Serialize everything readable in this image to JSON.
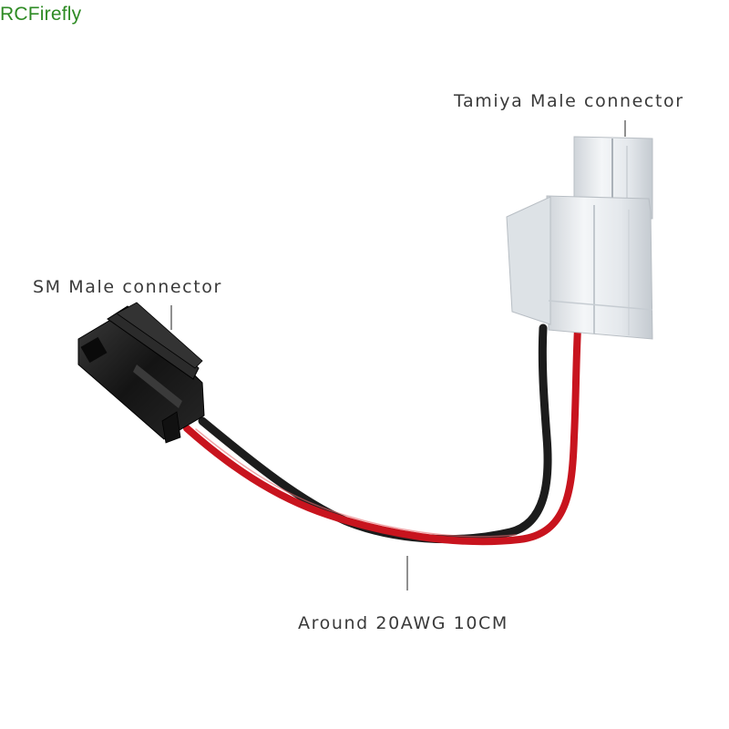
{
  "brand": {
    "name": "RCFirefly",
    "color": "#2e8b24"
  },
  "annotations": {
    "tamiya": "Tamiya Male connector",
    "sm": "SM Male connector",
    "wire": "Around 20AWG 10CM"
  },
  "colors": {
    "background": "#ffffff",
    "label_text": "#3a3a3a",
    "leader_line": "#555555",
    "wire_red": "#c8141e",
    "wire_black": "#1c1c1c",
    "tamiya_body": "#e9ecef",
    "sm_body": "#1a1a1a"
  }
}
